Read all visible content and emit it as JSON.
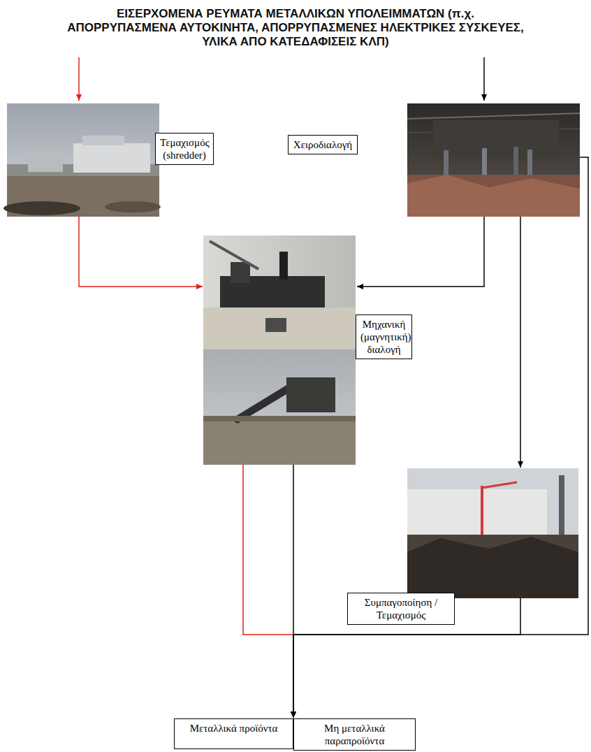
{
  "diagram": {
    "title": "ΕΙΣΕΡΧΟΜΕΝΑ ΡΕΥΜΑΤΑ ΜΕΤΑΛΛΙΚΩΝ ΥΠΟΛΕΙΜΜΑΤΩΝ (π.χ. ΑΠΟΡΡΥΠΑΣΜΕΝΑ ΑΥΤΟΚΙΝΗΤΑ, ΑΠΟΡΡΥΠΑΣΜΕΝΕΣ ΗΛΕΚΤΡΙΚΕΣ ΣΥΣΚΕΥΕΣ, ΥΛΙΚΑ ΑΠΟ ΚΑΤΕΔΑΦΙΣΕΙΣ ΚΛΠ)",
    "nodes": [
      {
        "text": [
          "Τεμαχισμός (shredder)"
        ]
      },
      {
        "text": [
          "Χειροδιαλογή"
        ]
      },
      {
        "text": [
          "Μηχανική (μαγνητική) διαλογή"
        ]
      },
      {
        "text": [
          "Συμπαγοποίηση / Τεμαχισμός"
        ]
      },
      {
        "text": [
          "Μεταλλικά προϊόντα"
        ]
      },
      {
        "text": [
          "Μη μεταλλικά παραπροϊόντα"
        ]
      }
    ],
    "edges": [
      {
        "from": 0,
        "to": 2,
        "arrow": "to"
      },
      {
        "from": 1,
        "to": 2,
        "arrow": "to"
      },
      {
        "from": 1,
        "to": 3,
        "arrow": "to"
      },
      {
        "from": 2,
        "to": 4,
        "arrow": "to"
      },
      {
        "from": 2,
        "to": 5,
        "arrow": "to"
      },
      {
        "from": 3,
        "to": 4,
        "arrow": "to"
      },
      {
        "from": 1,
        "to": 5,
        "arrow": "to"
      }
    ]
  }
}
